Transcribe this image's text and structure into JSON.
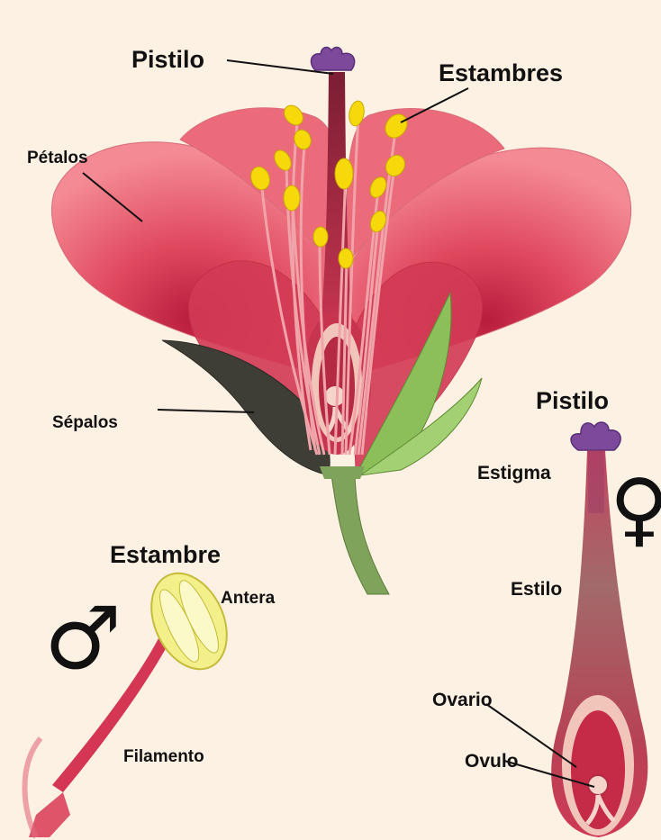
{
  "labels": {
    "pistilo_top": "Pistilo",
    "estambres": "Estambres",
    "petalos": "Pétalos",
    "sepalos": "Sépalos",
    "pistilo_side": "Pistilo",
    "estigma": "Estigma",
    "estilo": "Estilo",
    "ovario": "Ovario",
    "ovulo": "Ovulo",
    "estambre": "Estambre",
    "antera": "Antera",
    "filamento": "Filamento"
  },
  "symbols": {
    "male": "♂",
    "female": "♀"
  },
  "colors": {
    "background": "#fdf1e4",
    "petal": "#e8566b",
    "petal_dark": "#c62845",
    "sepal_dark": "#3e3e36",
    "sepal_green": "#8cbf5a",
    "stem_green": "#7fa35a",
    "pistil_red": "#b32a42",
    "stigma_purple": "#7d4a9b",
    "anther_yellow": "#f5d90a",
    "ovary_pink": "#f2c5ba",
    "antera_pale": "#f3ef8a",
    "filament_red": "#d83a55"
  }
}
